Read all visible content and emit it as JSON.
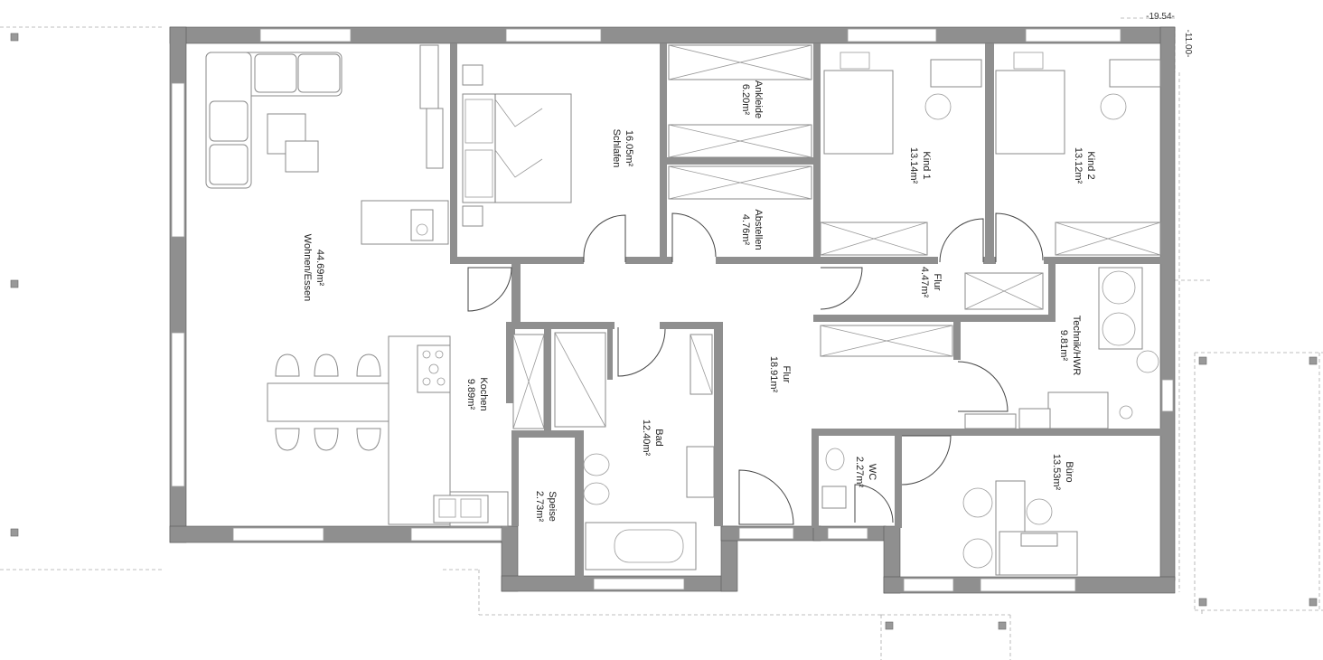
{
  "rooms": [
    {
      "id": "wohnen",
      "name": "Wohnen/Essen",
      "area": "44.69m²"
    },
    {
      "id": "schlafen",
      "name": "Schlafen",
      "area": "16.05m²"
    },
    {
      "id": "ankleide",
      "name": "Ankleide",
      "area": "6.20m²"
    },
    {
      "id": "abstellen",
      "name": "Abstellen",
      "area": "4.76m²"
    },
    {
      "id": "kind1",
      "name": "Kind 1",
      "area": "13.14m²"
    },
    {
      "id": "kind2",
      "name": "Kind 2",
      "area": "13.12m²"
    },
    {
      "id": "flur_small",
      "name": "Flur",
      "area": "4.47m²"
    },
    {
      "id": "technik",
      "name": "Technik/HWR",
      "area": "9.81m²"
    },
    {
      "id": "kochen",
      "name": "Kochen",
      "area": "9.89m²"
    },
    {
      "id": "bad",
      "name": "Bad",
      "area": "12.40m²"
    },
    {
      "id": "flur_main",
      "name": "Flur",
      "area": "18.91m²"
    },
    {
      "id": "wc",
      "name": "WC",
      "area": "2.27m²"
    },
    {
      "id": "speise",
      "name": "Speise",
      "area": "2.73m²"
    },
    {
      "id": "buero",
      "name": "Büro",
      "area": "13.53m²"
    }
  ],
  "levels": {
    "top": "-19.54-",
    "right": "-11.00-"
  }
}
